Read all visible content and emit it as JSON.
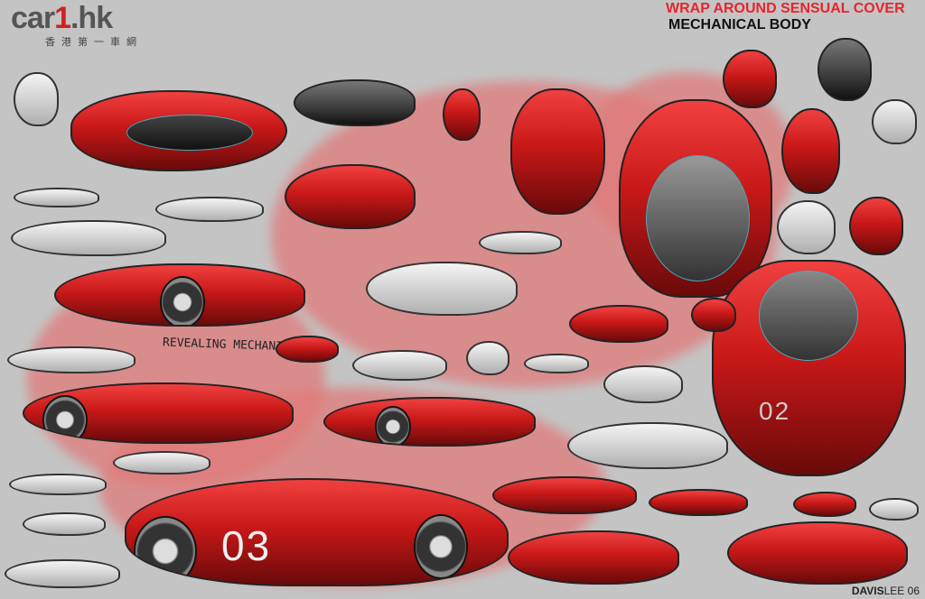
{
  "logo": {
    "text_main": "car",
    "text_accent": "1",
    "text_suffix": ".hk",
    "subtitle": "香港第一車網"
  },
  "headings": {
    "primary": "WRAP AROUND SENSUAL COVER",
    "secondary": "MECHANICAL BODY"
  },
  "annotation": "REVEALING MECHANICS",
  "car_numbers": [
    "03",
    "02"
  ],
  "signature": {
    "first": "DAVIS",
    "last": "LEE 06"
  },
  "colors": {
    "background": "#c4c4c4",
    "accent_red": "#e8242c",
    "wash_pink": "#e07a7a"
  }
}
